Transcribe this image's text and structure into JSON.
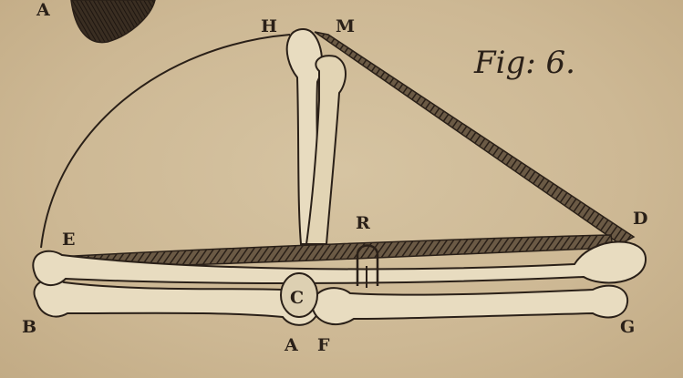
{
  "figure": {
    "caption": "Fig: 6."
  },
  "labels": {
    "A_top": "A",
    "H": "H",
    "M": "M",
    "E": "E",
    "R": "R",
    "D": "D",
    "C": "C",
    "B": "B",
    "A": "A",
    "F": "F",
    "G": "G"
  },
  "colors": {
    "paper": "#cdb996",
    "ink": "#2a2018",
    "bone": "#e8dcc0"
  }
}
